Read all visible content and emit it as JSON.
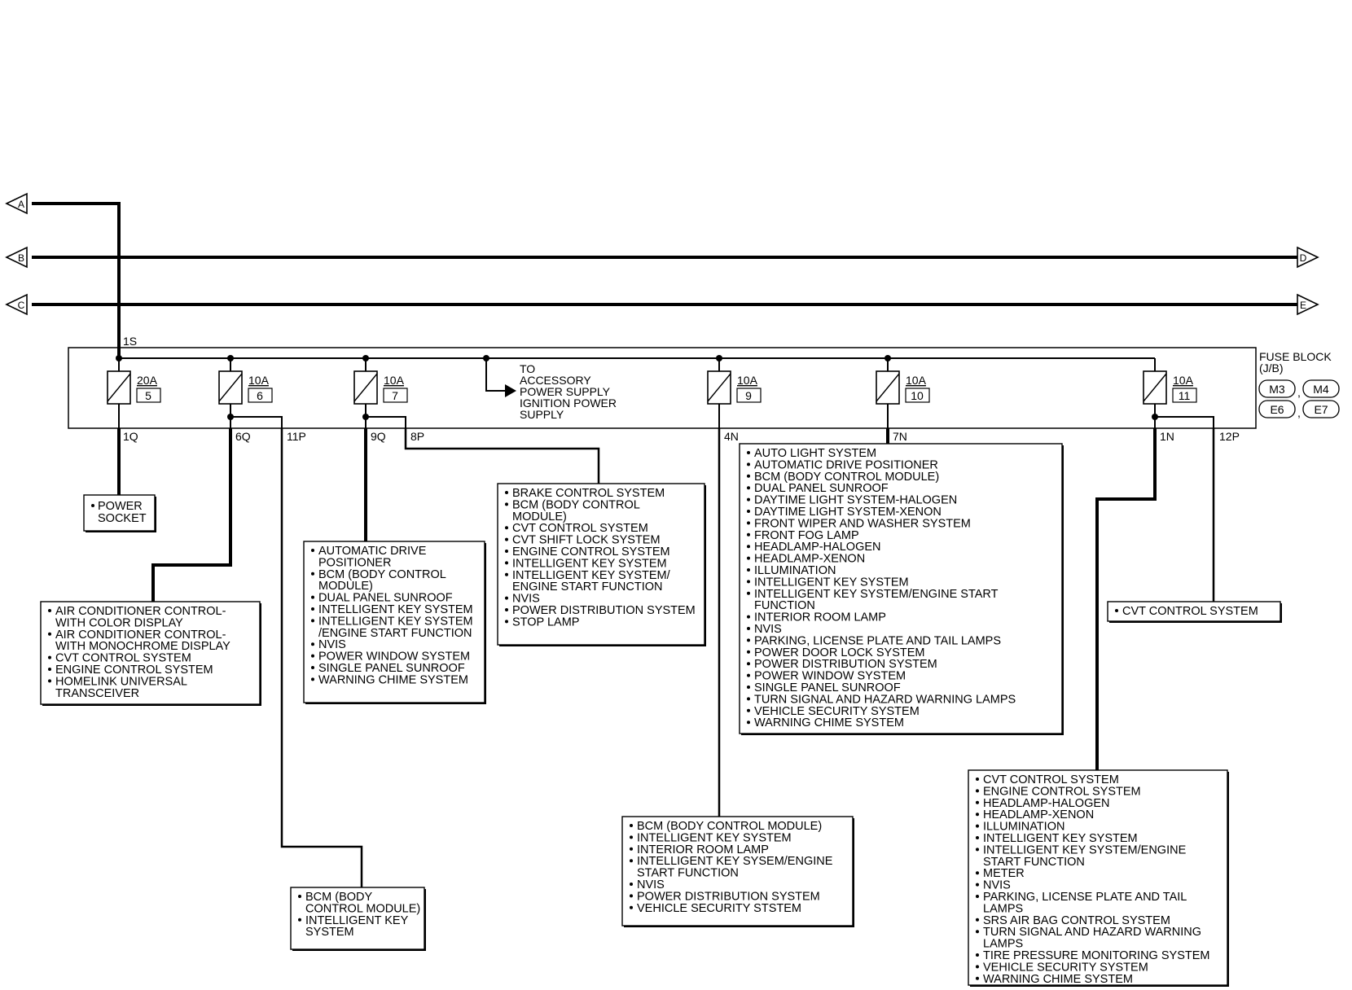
{
  "fuse_block": {
    "title": "FUSE BLOCK",
    "subtitle": "(J/B)",
    "connectors": [
      "M3",
      "M4",
      "E6",
      "E7"
    ],
    "connector_separators": [
      ",",
      ","
    ]
  },
  "harness_terminals": {
    "left": [
      "A",
      "B",
      "C"
    ],
    "right": [
      "D",
      "E"
    ]
  },
  "input_terminal": "1S",
  "fuses": [
    {
      "rating": "20A",
      "number": "5"
    },
    {
      "rating": "10A",
      "number": "6"
    },
    {
      "rating": "10A",
      "number": "7"
    },
    {
      "rating": "10A",
      "number": "9"
    },
    {
      "rating": "10A",
      "number": "10"
    },
    {
      "rating": "10A",
      "number": "11"
    }
  ],
  "accessory_note": [
    "TO",
    "ACCESSORY",
    "POWER SUPPLY",
    "IGNITION POWER",
    "SUPPLY"
  ],
  "output_terminals": [
    "1Q",
    "6Q",
    "11P",
    "9Q",
    "8P",
    "4N",
    "7N",
    "1N",
    "12P"
  ],
  "circuit_boxes": {
    "power_socket": [
      "POWER",
      "SOCKET"
    ],
    "fuse6_6q": [
      {
        "bullet": true,
        "text": "AIR CONDITIONER CONTROL-"
      },
      {
        "bullet": false,
        "text": "WITH COLOR DISPLAY"
      },
      {
        "bullet": true,
        "text": "AIR CONDITIONER CONTROL-"
      },
      {
        "bullet": false,
        "text": "WITH MONOCHROME DISPLAY"
      },
      {
        "bullet": true,
        "text": "CVT CONTROL SYSTEM"
      },
      {
        "bullet": true,
        "text": "ENGINE CONTROL SYSTEM"
      },
      {
        "bullet": true,
        "text": "HOMELINK UNIVERSAL"
      },
      {
        "bullet": false,
        "text": "TRANSCEIVER"
      }
    ],
    "fuse6_11p": [
      {
        "bullet": true,
        "text": "BCM (BODY"
      },
      {
        "bullet": false,
        "text": "CONTROL MODULE)"
      },
      {
        "bullet": true,
        "text": "INTELLIGENT KEY"
      },
      {
        "bullet": false,
        "text": "SYSTEM"
      }
    ],
    "fuse7_9q": [
      {
        "bullet": true,
        "text": "AUTOMATIC DRIVE"
      },
      {
        "bullet": false,
        "text": "POSITIONER"
      },
      {
        "bullet": true,
        "text": "BCM (BODY CONTROL"
      },
      {
        "bullet": false,
        "text": "MODULE)"
      },
      {
        "bullet": true,
        "text": "DUAL PANEL SUNROOF"
      },
      {
        "bullet": true,
        "text": "INTELLIGENT KEY SYSTEM"
      },
      {
        "bullet": true,
        "text": "INTELLIGENT KEY SYSTEM"
      },
      {
        "bullet": false,
        "text": "/ENGINE START FUNCTION"
      },
      {
        "bullet": true,
        "text": "NVIS"
      },
      {
        "bullet": true,
        "text": "POWER WINDOW SYSTEM"
      },
      {
        "bullet": true,
        "text": "SINGLE PANEL SUNROOF"
      },
      {
        "bullet": true,
        "text": "WARNING CHIME SYSTEM"
      }
    ],
    "fuse7_8p": [
      {
        "bullet": true,
        "text": "BRAKE CONTROL SYSTEM"
      },
      {
        "bullet": true,
        "text": "BCM (BODY CONTROL"
      },
      {
        "bullet": false,
        "text": "MODULE)"
      },
      {
        "bullet": true,
        "text": "CVT CONTROL SYSTEM"
      },
      {
        "bullet": true,
        "text": "CVT SHIFT LOCK SYSTEM"
      },
      {
        "bullet": true,
        "text": "ENGINE CONTROL SYSTEM"
      },
      {
        "bullet": true,
        "text": "INTELLIGENT KEY SYSTEM"
      },
      {
        "bullet": true,
        "text": "INTELLIGENT KEY SYSTEM/"
      },
      {
        "bullet": false,
        "text": "ENGINE START FUNCTION"
      },
      {
        "bullet": true,
        "text": "NVIS"
      },
      {
        "bullet": true,
        "text": "POWER DISTRIBUTION SYSTEM"
      },
      {
        "bullet": true,
        "text": "STOP LAMP"
      }
    ],
    "fuse9_4n": [
      {
        "bullet": true,
        "text": "BCM (BODY CONTROL MODULE)"
      },
      {
        "bullet": true,
        "text": "INTELLIGENT KEY SYSTEM"
      },
      {
        "bullet": true,
        "text": "INTERIOR ROOM LAMP"
      },
      {
        "bullet": true,
        "text": "INTELLIGENT KEY SYSEM/ENGINE"
      },
      {
        "bullet": false,
        "text": "START FUNCTION"
      },
      {
        "bullet": true,
        "text": "NVIS"
      },
      {
        "bullet": true,
        "text": "POWER DISTRIBUTION SYSTEM"
      },
      {
        "bullet": true,
        "text": "VEHICLE SECURITY STSTEM"
      }
    ],
    "fuse10_7n": [
      {
        "bullet": true,
        "text": "AUTO LIGHT SYSTEM"
      },
      {
        "bullet": true,
        "text": "AUTOMATIC DRIVE POSITIONER"
      },
      {
        "bullet": true,
        "text": "BCM (BODY CONTROL MODULE)"
      },
      {
        "bullet": true,
        "text": "DUAL PANEL SUNROOF"
      },
      {
        "bullet": true,
        "text": "DAYTIME LIGHT SYSTEM-HALOGEN"
      },
      {
        "bullet": true,
        "text": "DAYTIME LIGHT SYSTEM-XENON"
      },
      {
        "bullet": true,
        "text": "FRONT WIPER AND WASHER SYSTEM"
      },
      {
        "bullet": true,
        "text": "FRONT FOG LAMP"
      },
      {
        "bullet": true,
        "text": "HEADLAMP-HALOGEN"
      },
      {
        "bullet": true,
        "text": "HEADLAMP-XENON"
      },
      {
        "bullet": true,
        "text": "ILLUMINATION"
      },
      {
        "bullet": true,
        "text": "INTELLIGENT KEY SYSTEM"
      },
      {
        "bullet": true,
        "text": "INTELLIGENT KEY SYSTEM/ENGINE START"
      },
      {
        "bullet": false,
        "text": "FUNCTION"
      },
      {
        "bullet": true,
        "text": "INTERIOR ROOM LAMP"
      },
      {
        "bullet": true,
        "text": "NVIS"
      },
      {
        "bullet": true,
        "text": "PARKING, LICENSE PLATE AND TAIL LAMPS"
      },
      {
        "bullet": true,
        "text": "POWER DOOR LOCK SYSTEM"
      },
      {
        "bullet": true,
        "text": "POWER DISTRIBUTION SYSTEM"
      },
      {
        "bullet": true,
        "text": "POWER WINDOW SYSTEM"
      },
      {
        "bullet": true,
        "text": "SINGLE PANEL SUNROOF"
      },
      {
        "bullet": true,
        "text": "TURN SIGNAL AND HAZARD WARNING LAMPS"
      },
      {
        "bullet": true,
        "text": "VEHICLE SECURITY SYSTEM"
      },
      {
        "bullet": true,
        "text": "WARNING CHIME SYSTEM"
      }
    ],
    "fuse11_12p": [
      {
        "bullet": true,
        "text": "CVT CONTROL SYSTEM"
      }
    ],
    "fuse11_1n": [
      {
        "bullet": true,
        "text": "CVT CONTROL SYSTEM"
      },
      {
        "bullet": true,
        "text": "ENGINE CONTROL SYSTEM"
      },
      {
        "bullet": true,
        "text": "HEADLAMP-HALOGEN"
      },
      {
        "bullet": true,
        "text": "HEADLAMP-XENON"
      },
      {
        "bullet": true,
        "text": "ILLUMINATION"
      },
      {
        "bullet": true,
        "text": "INTELLIGENT KEY SYSTEM"
      },
      {
        "bullet": true,
        "text": "INTELLIGENT KEY SYSTEM/ENGINE"
      },
      {
        "bullet": false,
        "text": "START FUNCTION"
      },
      {
        "bullet": true,
        "text": "METER"
      },
      {
        "bullet": true,
        "text": "NVIS"
      },
      {
        "bullet": true,
        "text": "PARKING, LICENSE PLATE AND TAIL"
      },
      {
        "bullet": false,
        "text": "LAMPS"
      },
      {
        "bullet": true,
        "text": "SRS AIR BAG CONTROL SYSTEM"
      },
      {
        "bullet": true,
        "text": "TURN SIGNAL AND HAZARD WARNING"
      },
      {
        "bullet": false,
        "text": "LAMPS"
      },
      {
        "bullet": true,
        "text": "TIRE PRESSURE MONITORING SYSTEM"
      },
      {
        "bullet": true,
        "text": "VEHICLE SECURITY SYSTEM"
      },
      {
        "bullet": true,
        "text": "WARNING CHIME SYSTEM"
      }
    ]
  }
}
